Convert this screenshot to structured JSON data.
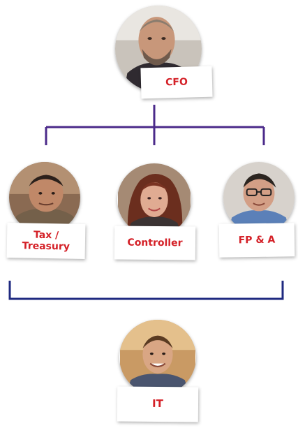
{
  "colors": {
    "connector_top": "#4b2a8a",
    "connector_bottom": "#1f2a80",
    "label_text": "#d42027"
  },
  "nodes": [
    {
      "id": "cfo",
      "label": "CFO",
      "icon": "person-photo"
    },
    {
      "id": "tax",
      "label": "Tax /\nTreasury",
      "icon": "person-photo"
    },
    {
      "id": "controller",
      "label": "Controller",
      "icon": "person-photo"
    },
    {
      "id": "fpa",
      "label": "FP & A",
      "icon": "person-photo"
    },
    {
      "id": "it",
      "label": "IT",
      "icon": "person-photo"
    }
  ]
}
